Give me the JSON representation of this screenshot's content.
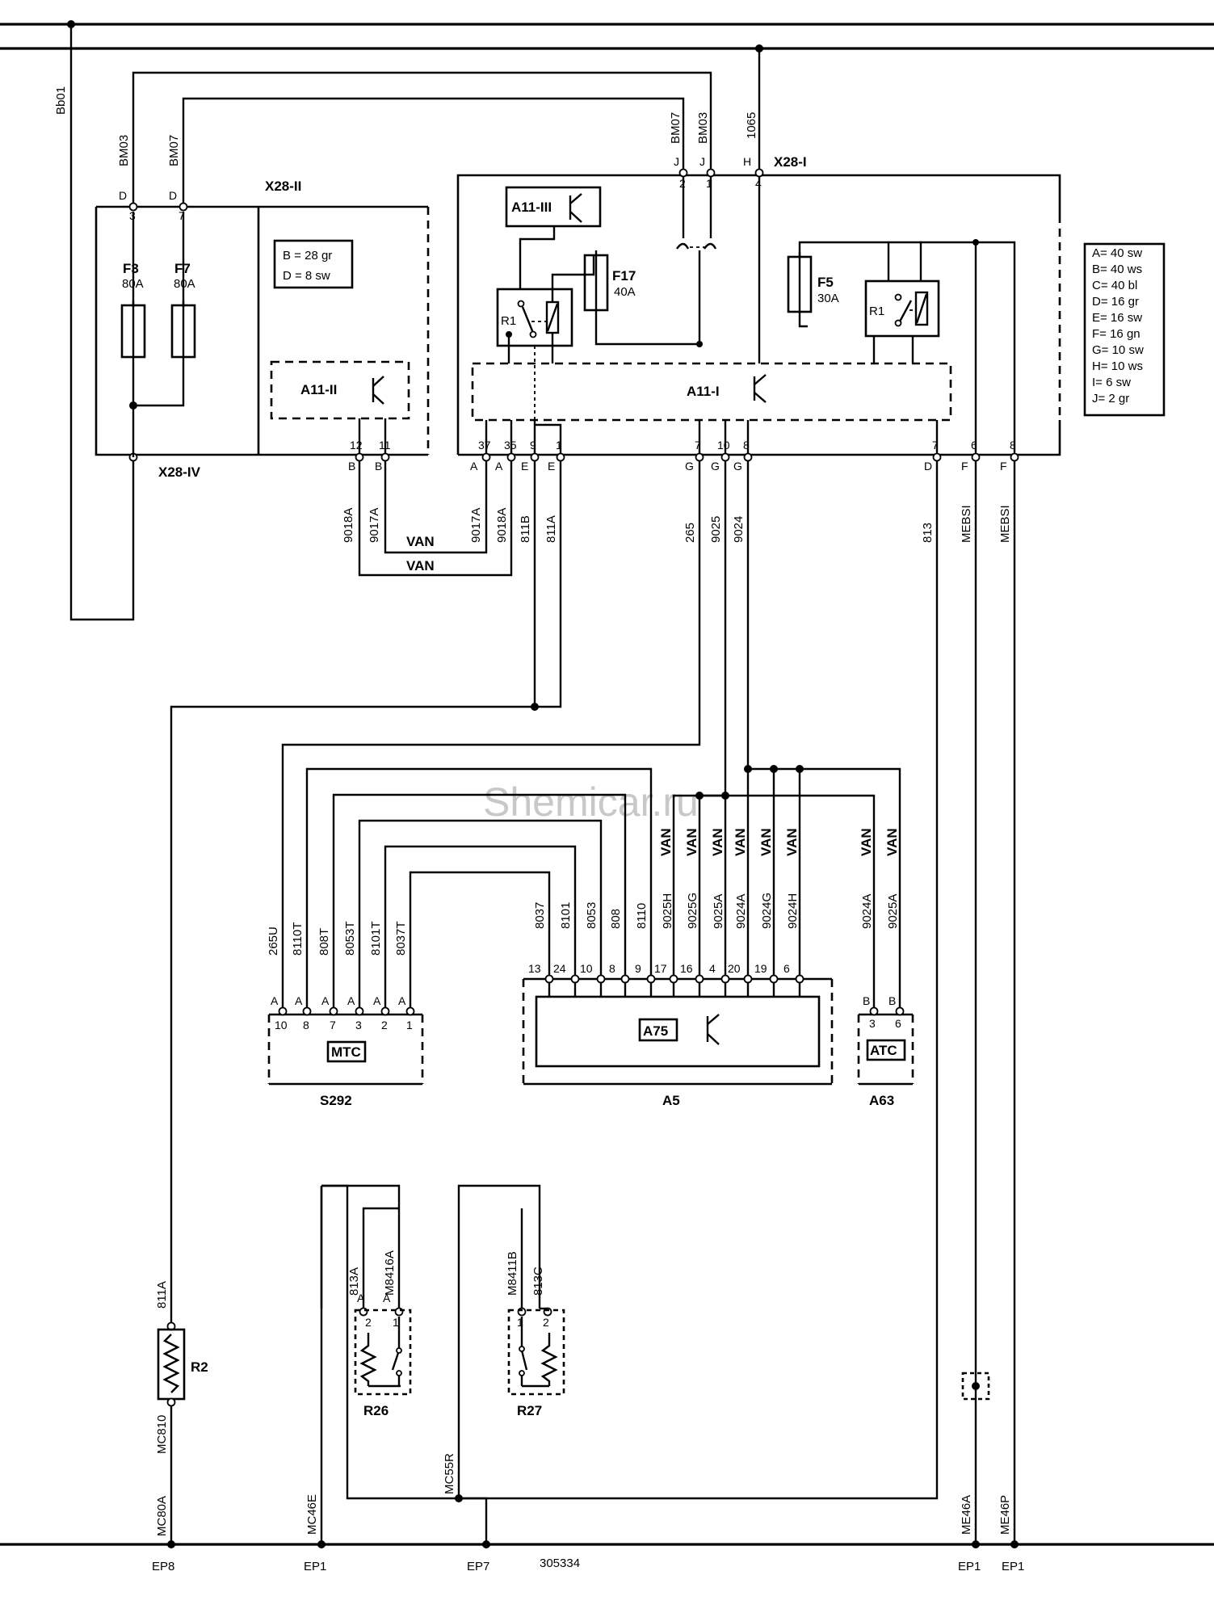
{
  "watermark": "Shemicar.ru",
  "doc_number": "305334",
  "legend": [
    "A= 40 sw",
    "B= 40 ws",
    "C= 40 bl",
    "D= 16 gr",
    "E= 16 sw",
    "F= 16 gn",
    "G= 10 sw",
    "H= 10 ws",
    "I= 6 sw",
    "J= 2 gr"
  ],
  "x28ii_note": [
    "B = 28 gr",
    "D = 8 sw"
  ],
  "components": {
    "x28_i": "X28-I",
    "x28_ii": "X28-II",
    "x28_iv": "X28-IV",
    "f3": "F3",
    "f3_rating": "80A",
    "f7": "F7",
    "f7_rating": "80A",
    "f17": "F17",
    "f17_rating": "40A",
    "f5": "F5",
    "f5_rating": "30A",
    "a11_i": "A11-I",
    "a11_ii": "A11-II",
    "a11_iii": "A11-III",
    "r1": "R1",
    "mtc": "MTC",
    "s292": "S292",
    "a75": "A75",
    "a5": "A5",
    "atc": "ATC",
    "a63": "A63",
    "r2": "R2",
    "r26": "R26",
    "r27": "R27"
  },
  "wires": {
    "bb01": "Bb01",
    "bm03": "BM03",
    "bm07": "BM07",
    "w1065": "1065",
    "w9018a": "9018A",
    "w9017a": "9017A",
    "w811b": "811B",
    "w811a": "811A",
    "w265": "265",
    "w9025": "9025",
    "w9024": "9024",
    "w813": "813",
    "mebsi": "MEBSI",
    "van": "VAN",
    "w265u": "265U",
    "w8110t": "8110T",
    "w808t": "808T",
    "w8053t": "8053T",
    "w8101t": "8101T",
    "w8037t": "8037T",
    "w8037": "8037",
    "w8101": "8101",
    "w8053": "8053",
    "w808": "808",
    "w8110": "8110",
    "w9025h": "9025H",
    "w9025g": "9025G",
    "w9025a": "9025A",
    "w9024a": "9024A",
    "w9024g": "9024G",
    "w9024h": "9024H",
    "w813a": "813A",
    "m8416a": "M8416A",
    "m8411b": "M8411B",
    "w813c": "813C",
    "mc810": "MC810",
    "mc80a": "MC80A",
    "mc46e": "MC46E",
    "mc55r": "MC55R",
    "me46a": "ME46A",
    "me46p": "ME46P"
  },
  "grounds": {
    "ep8": "EP8",
    "ep1": "EP1",
    "ep7": "EP7"
  },
  "pins": {
    "x28iv": [
      "D",
      "3",
      "D",
      "7"
    ],
    "x28i_top": [
      "J",
      "2",
      "J",
      "1",
      "H",
      "4"
    ],
    "x28ii_bot": [
      "12",
      "11",
      "B",
      "B"
    ],
    "a11i_bot": [
      "37",
      "35",
      "9",
      "1",
      "7",
      "10",
      "8",
      "7",
      "6",
      "8"
    ],
    "x28i_bot": [
      "A",
      "A",
      "E",
      "E",
      "G",
      "G",
      "G",
      "D",
      "F",
      "F"
    ],
    "s292": [
      "A",
      "A",
      "A",
      "A",
      "A",
      "A",
      "10",
      "8",
      "7",
      "3",
      "2",
      "1"
    ],
    "a5": [
      "13",
      "24",
      "10",
      "8",
      "9",
      "17",
      "16",
      "4",
      "20",
      "19",
      "6"
    ],
    "a63": [
      "B",
      "B",
      "3",
      "6"
    ],
    "r26": [
      "A",
      "A",
      "2",
      "1"
    ],
    "r27": [
      "1",
      "2"
    ]
  }
}
